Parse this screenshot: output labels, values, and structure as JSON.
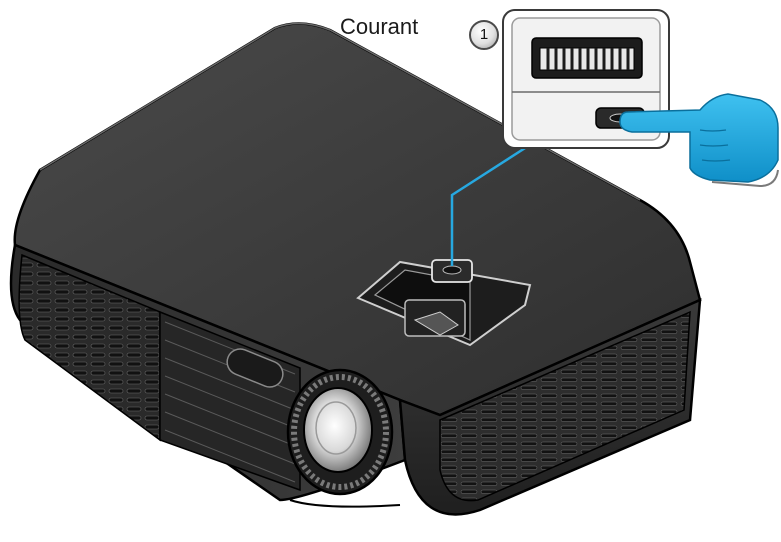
{
  "callout": {
    "label": "Courant",
    "step_number": "1"
  },
  "colors": {
    "body": "#2b2b2b",
    "top_surface": "#3c3c3c",
    "outline": "#000000",
    "leader_line": "#27a8e0",
    "hand": "#17a5e0",
    "inset_bg": "#f2f2f2"
  },
  "icons": [
    "projector-body",
    "power-button-inset",
    "pointing-hand-icon",
    "lens",
    "focus-ring"
  ]
}
